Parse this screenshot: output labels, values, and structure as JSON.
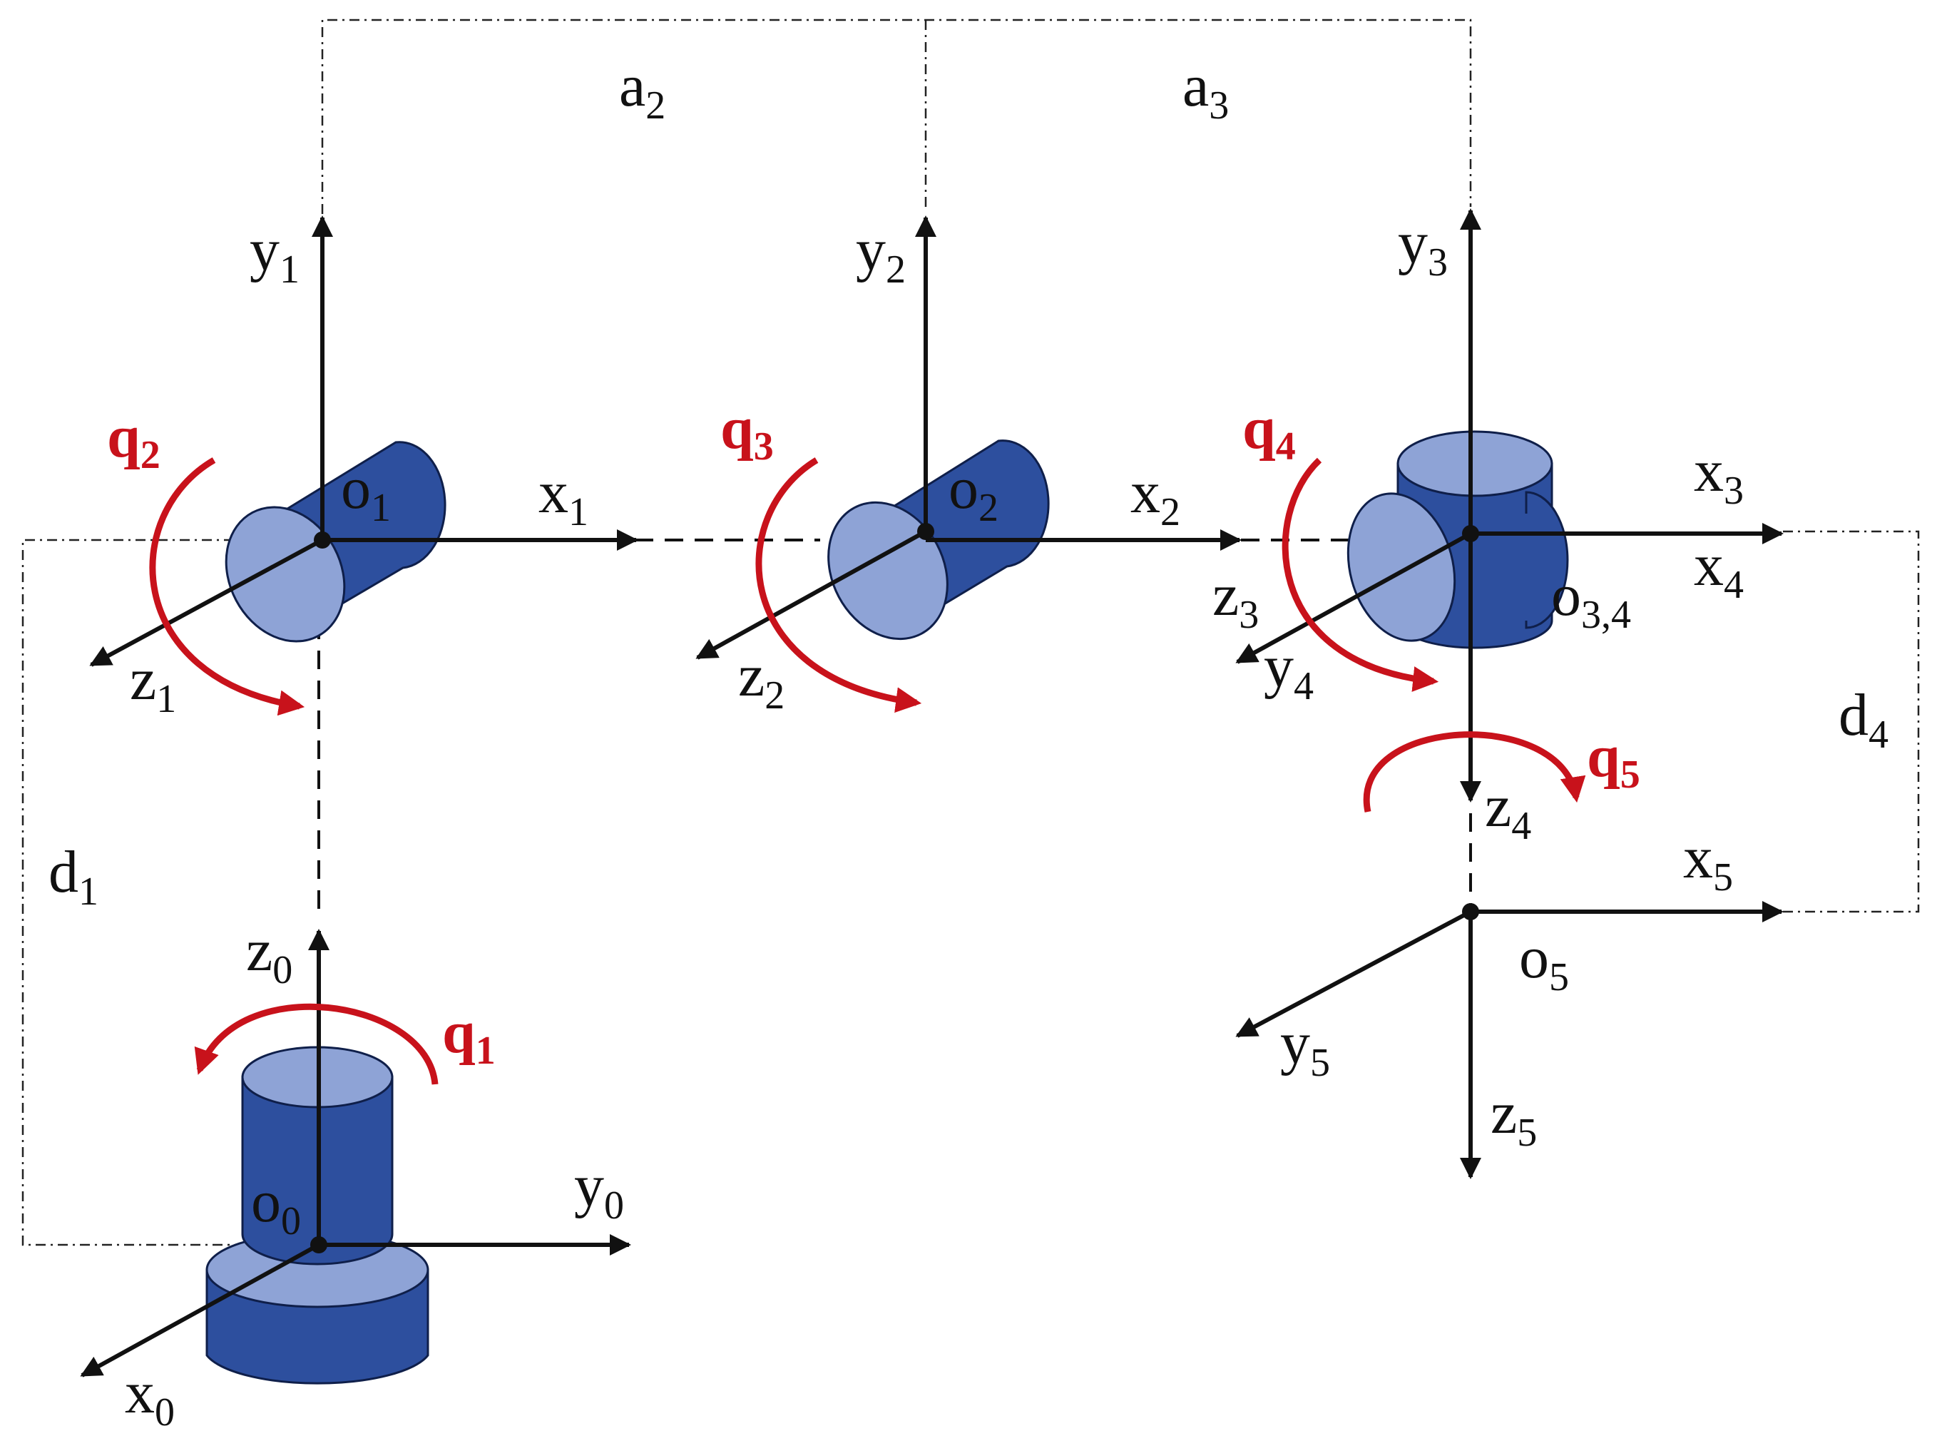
{
  "colors": {
    "joint_body": "#2d4f9e",
    "joint_face": "#8ea3d6",
    "joint_outline": "#0f1f4a",
    "rotation_arrow": "#c8121b",
    "axis": "#111111",
    "background": "#ffffff"
  },
  "frames": {
    "f0": {
      "origin": "o",
      "origin_sub": "0",
      "ax1": "z",
      "ax1_sub": "0",
      "ax2": "y",
      "ax2_sub": "0",
      "ax3": "x",
      "ax3_sub": "0"
    },
    "f1": {
      "origin": "o",
      "origin_sub": "1",
      "ax1": "y",
      "ax1_sub": "1",
      "ax2": "x",
      "ax2_sub": "1",
      "ax3": "z",
      "ax3_sub": "1"
    },
    "f2": {
      "origin": "o",
      "origin_sub": "2",
      "ax1": "y",
      "ax1_sub": "2",
      "ax2": "x",
      "ax2_sub": "2",
      "ax3": "z",
      "ax3_sub": "2"
    },
    "f34": {
      "origin": "o",
      "origin_sub": "3,4",
      "ax1": "y",
      "ax1_sub": "3",
      "ax2": "x",
      "ax2_sub": "3",
      "ax2b": "x",
      "ax2b_sub": "4",
      "ax3": "z",
      "ax3_sub": "3",
      "ax3b": "y",
      "ax3b_sub": "4",
      "ax4": "z",
      "ax4_sub": "4"
    },
    "f5": {
      "origin": "o",
      "origin_sub": "5",
      "ax1": "x",
      "ax1_sub": "5",
      "ax2": "y",
      "ax2_sub": "5",
      "ax3": "z",
      "ax3_sub": "5"
    }
  },
  "joints": [
    {
      "sym": "q",
      "sub": "1"
    },
    {
      "sym": "q",
      "sub": "2"
    },
    {
      "sym": "q",
      "sub": "3"
    },
    {
      "sym": "q",
      "sub": "4"
    },
    {
      "sym": "q",
      "sub": "5"
    }
  ],
  "dimensions": {
    "a2": {
      "sym": "a",
      "sub": "2"
    },
    "a3": {
      "sym": "a",
      "sub": "3"
    },
    "d1": {
      "sym": "d",
      "sub": "1"
    },
    "d4": {
      "sym": "d",
      "sub": "4"
    }
  }
}
